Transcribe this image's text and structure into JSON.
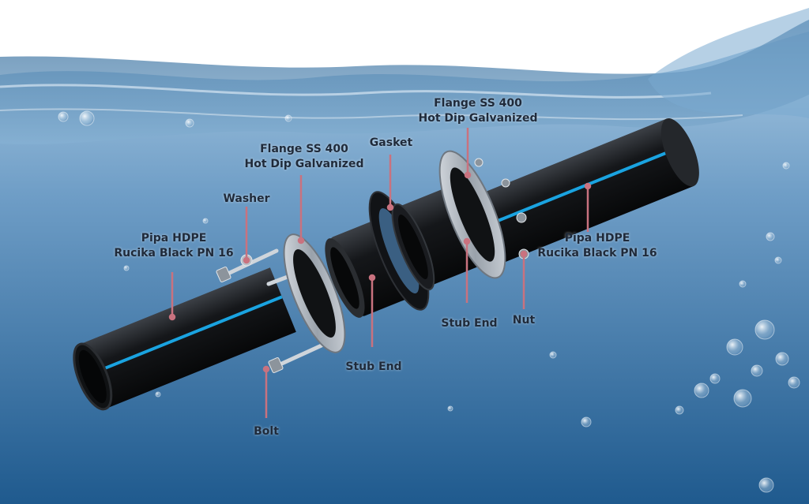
{
  "labels": {
    "pipe_left": {
      "line1": "Pipa HDPE",
      "line2": "Rucika Black PN 16"
    },
    "pipe_right": {
      "line1": "Pipa HDPE",
      "line2": "Rucika Black PN 16"
    },
    "washer": "Washer",
    "bolt": "Bolt",
    "flange_left": {
      "line1": "Flange SS 400",
      "line2": "Hot Dip Galvanized"
    },
    "flange_right": {
      "line1": "Flange SS 400",
      "line2": "Hot Dip Galvanized"
    },
    "gasket": "Gasket",
    "stub_end_left": "Stub End",
    "stub_end_right": "Stub End",
    "nut": "Nut"
  },
  "colors": {
    "water_top": "#8fb7d6",
    "water_bottom": "#1e5a8f",
    "sky": "#ffffff",
    "pipe": "#1b1d21",
    "pipe_stripe": "#1aa3e0",
    "leader_line": "#c9727f",
    "label_text": "#1f2a3a",
    "steel": "#b8bec6"
  }
}
